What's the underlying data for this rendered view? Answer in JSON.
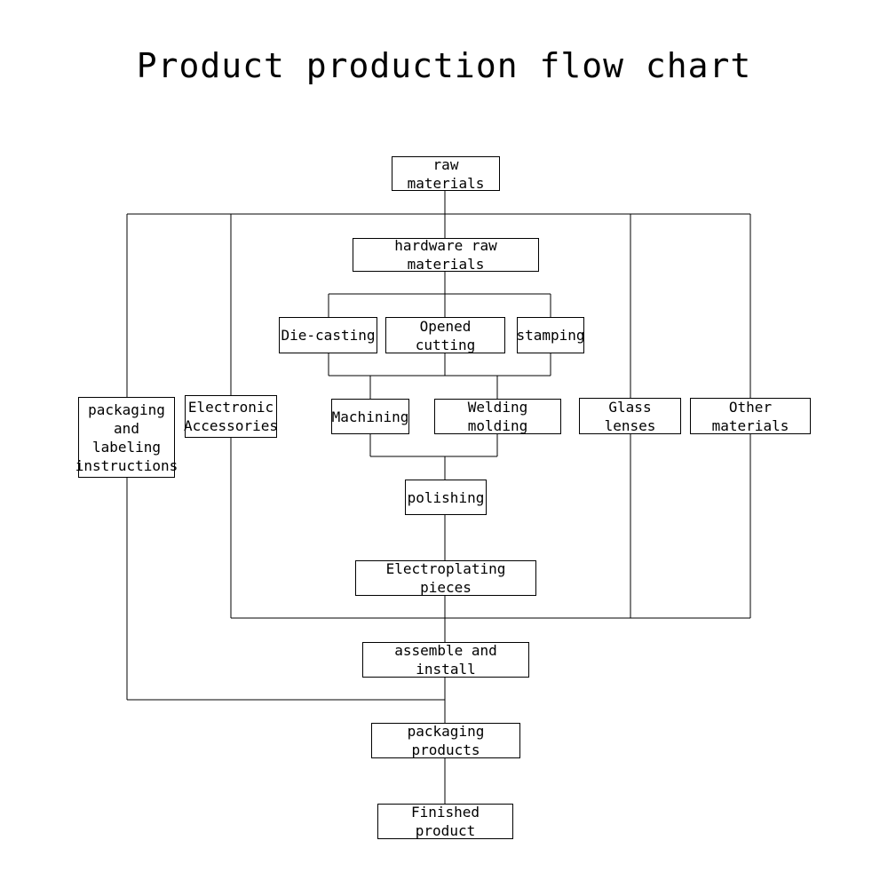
{
  "title": "Product production flow chart",
  "nodes": {
    "raw_materials": "raw materials",
    "hardware_raw_materials": "hardware raw materials",
    "die_casting": "Die-casting",
    "opened_cutting": "Opened cutting",
    "stamping": "stamping",
    "machining": "Machining",
    "welding_molding": "Welding molding",
    "polishing": "polishing",
    "electroplating_pieces": "Electroplating pieces",
    "packaging_labeling_instructions": "packaging\nand\nlabeling\ninstructions",
    "electronic_accessories": "Electronic\nAccessories",
    "glass_lenses": "Glass lenses",
    "other_materials": "Other materials",
    "assemble_and_install": "assemble and install",
    "packaging_products": "packaging products",
    "finished_product": "Finished product"
  },
  "colors": {
    "line": "#000000",
    "background": "#ffffff"
  }
}
